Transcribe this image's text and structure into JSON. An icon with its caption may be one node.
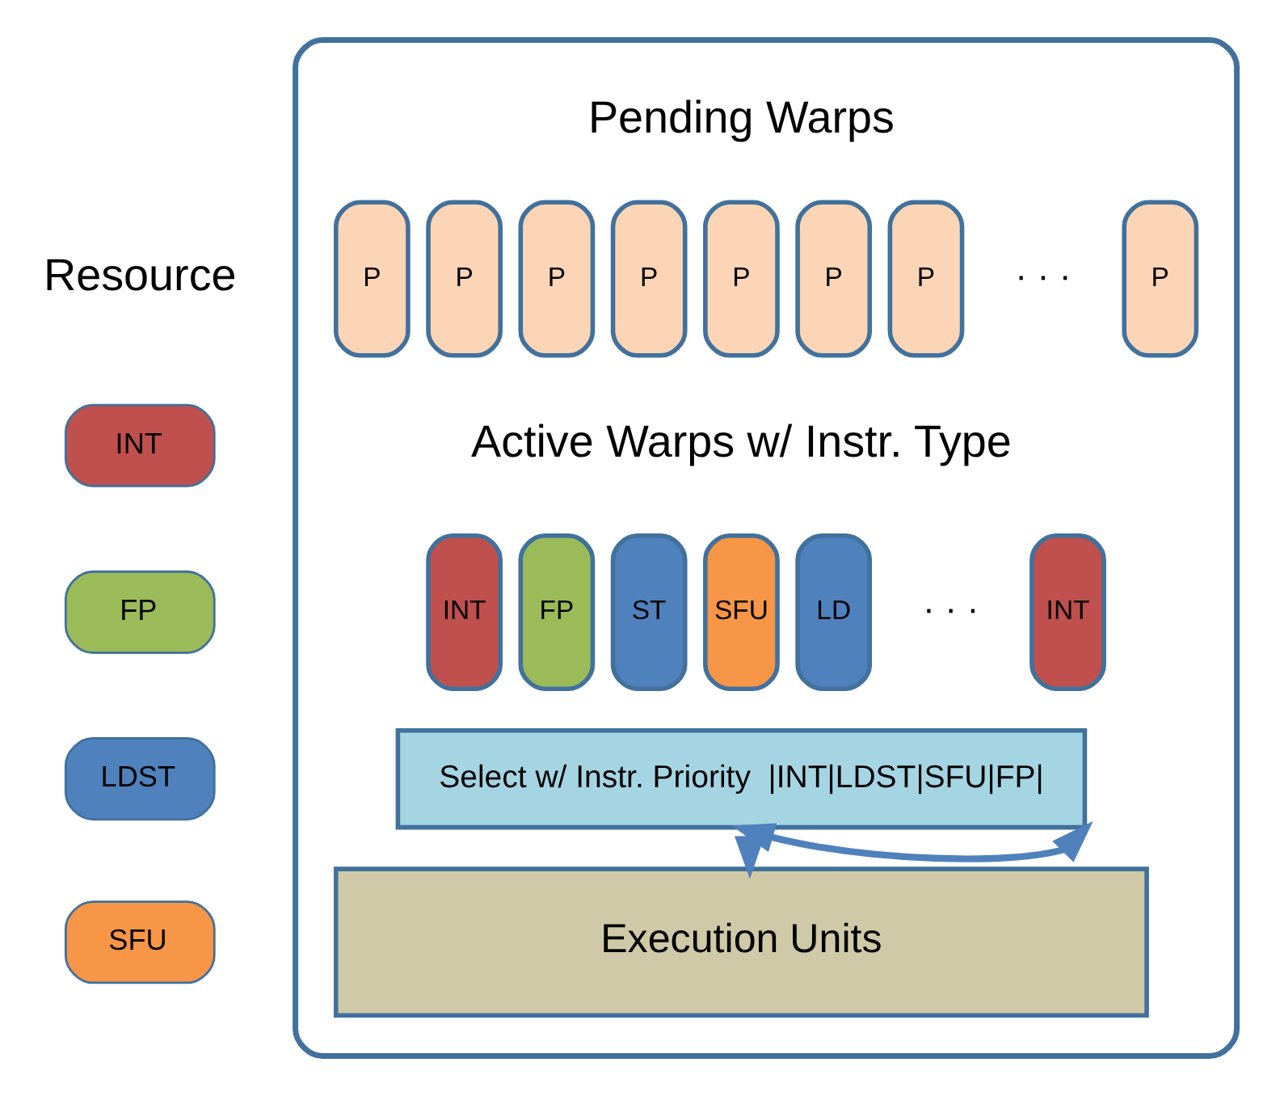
{
  "diagram": {
    "nodes": [
      {
        "text": [],
        "shape": "box"
      },
      {
        "text": [
          "P"
        ],
        "in": 0
      },
      {
        "text": [
          "P"
        ],
        "in": 0
      },
      {
        "text": [
          "P"
        ],
        "in": 0
      },
      {
        "text": [
          "P"
        ],
        "in": 0
      },
      {
        "text": [
          "P"
        ],
        "in": 0
      },
      {
        "text": [
          "P"
        ],
        "in": 0
      },
      {
        "text": [
          "P"
        ],
        "in": 0
      },
      {
        "text": [
          "P"
        ],
        "in": 0
      },
      {
        "text": [
          "INT"
        ],
        "in": 0
      },
      {
        "text": [
          "FP"
        ],
        "in": 0
      },
      {
        "text": [
          "ST"
        ],
        "in": 0
      },
      {
        "text": [
          "SFU"
        ],
        "in": 0
      },
      {
        "text": [
          "LD"
        ],
        "in": 0
      },
      {
        "text": [
          "INT"
        ],
        "in": 0
      },
      {
        "text": [
          "Select w/ Instr. Priority  |INT|LDST|SFU|FP|"
        ],
        "in": 0
      },
      {
        "text": [
          "Execution Units"
        ],
        "in": 0
      }
    ],
    "edges": [
      {
        "from": 15,
        "to": 16,
        "arrow": "to"
      },
      {
        "from": 15,
        "to": 15,
        "arrow": "both"
      }
    ],
    "labels": [
      "Pending Warps",
      "· · ·",
      "Active Warps w/ Instr. Type",
      "· · ·",
      "Resource"
    ],
    "legend": [
      {
        "text": "INT",
        "color": "#c0504d"
      },
      {
        "text": "FP",
        "color": "#9bbb59"
      },
      {
        "text": "LDST",
        "color": "#4f81bd"
      },
      {
        "text": "SFU",
        "color": "#f79646"
      }
    ]
  }
}
